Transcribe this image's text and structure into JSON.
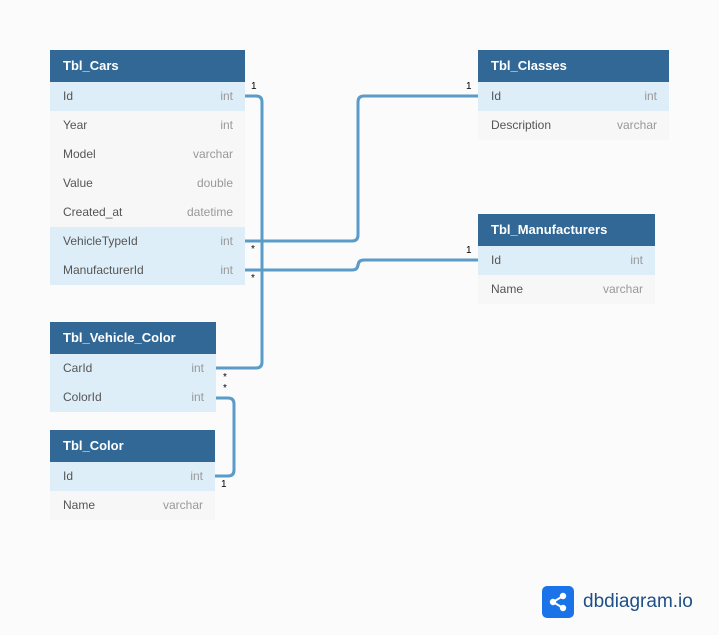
{
  "tables": [
    {
      "key": "cars",
      "name": "Tbl_Cars",
      "fields": [
        {
          "name": "Id",
          "type": "int",
          "highlight": true
        },
        {
          "name": "Year",
          "type": "int",
          "highlight": false
        },
        {
          "name": "Model",
          "type": "varchar",
          "highlight": false
        },
        {
          "name": "Value",
          "type": "double",
          "highlight": false
        },
        {
          "name": "Created_at",
          "type": "datetime",
          "highlight": false
        },
        {
          "name": "VehicleTypeId",
          "type": "int",
          "highlight": true
        },
        {
          "name": "ManufacturerId",
          "type": "int",
          "highlight": true
        }
      ]
    },
    {
      "key": "classes",
      "name": "Tbl_Classes",
      "fields": [
        {
          "name": "Id",
          "type": "int",
          "highlight": true
        },
        {
          "name": "Description",
          "type": "varchar",
          "highlight": false
        }
      ]
    },
    {
      "key": "manufacturers",
      "name": "Tbl_Manufacturers",
      "fields": [
        {
          "name": "Id",
          "type": "int",
          "highlight": true
        },
        {
          "name": "Name",
          "type": "varchar",
          "highlight": false
        }
      ]
    },
    {
      "key": "vehicle_color",
      "name": "Tbl_Vehicle_Color",
      "fields": [
        {
          "name": "CarId",
          "type": "int",
          "highlight": true
        },
        {
          "name": "ColorId",
          "type": "int",
          "highlight": true
        }
      ]
    },
    {
      "key": "color",
      "name": "Tbl_Color",
      "fields": [
        {
          "name": "Id",
          "type": "int",
          "highlight": true
        },
        {
          "name": "Name",
          "type": "varchar",
          "highlight": false
        }
      ]
    }
  ],
  "relations": [
    {
      "from": "Tbl_Cars.VehicleTypeId",
      "to": "Tbl_Classes.Id",
      "from_card": "*",
      "to_card": "1"
    },
    {
      "from": "Tbl_Cars.ManufacturerId",
      "to": "Tbl_Manufacturers.Id",
      "from_card": "*",
      "to_card": "1"
    },
    {
      "from": "Tbl_Vehicle_Color.CarId",
      "to": "Tbl_Cars.Id",
      "from_card": "*",
      "to_card": "1"
    },
    {
      "from": "Tbl_Vehicle_Color.ColorId",
      "to": "Tbl_Color.Id",
      "from_card": "*",
      "to_card": "1"
    }
  ],
  "colors": {
    "header": "#316896",
    "edge": "#5b9bc8",
    "key_row": "#deeef8",
    "brand": "#1a73e8"
  },
  "brand": {
    "logo_icon": "share-nodes-icon",
    "text": "dbdiagram.io"
  }
}
